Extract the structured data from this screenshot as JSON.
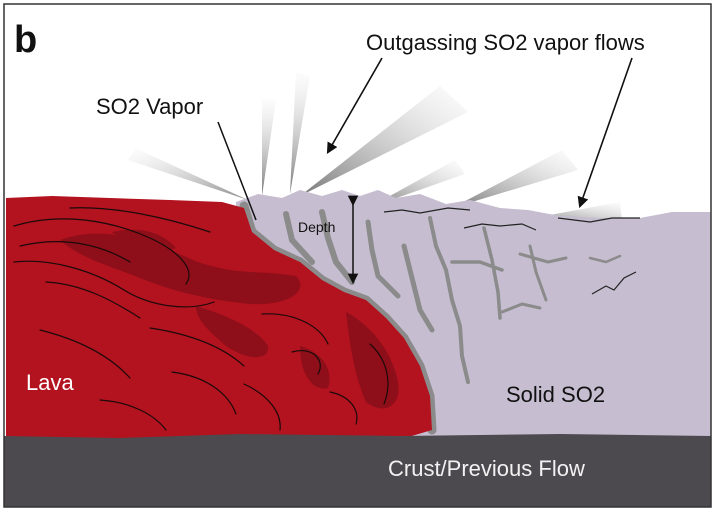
{
  "panel_label": "b",
  "labels": {
    "outgassing": "Outgassing SO2 vapor flows",
    "vapor": "SO2 Vapor",
    "depth": "Depth",
    "lava": "Lava",
    "solid": "Solid SO2",
    "crust": "Crust/Previous Flow"
  },
  "colors": {
    "background": "#ffffff",
    "lava": "#b3121f",
    "lava_dark": "#8e0f19",
    "solid_so2": "#c6bdd0",
    "vapor_gray": "#8b8b8b",
    "crust": "#4c4a4f",
    "frame": "#333333"
  }
}
